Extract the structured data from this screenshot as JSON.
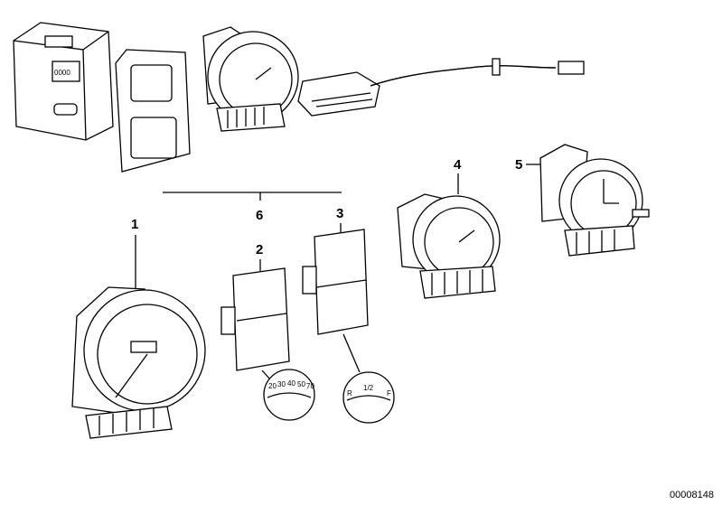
{
  "diagram": {
    "callouts": [
      "1",
      "2",
      "3",
      "4",
      "5",
      "6"
    ],
    "scale_detail_a": {
      "ticks": [
        "20",
        "30",
        "40",
        "50",
        "70"
      ]
    },
    "scale_detail_b": {
      "ticks": [
        "R",
        "1/2",
        "F"
      ]
    },
    "reference_number": "00008148",
    "control_unit_display": "0000"
  }
}
